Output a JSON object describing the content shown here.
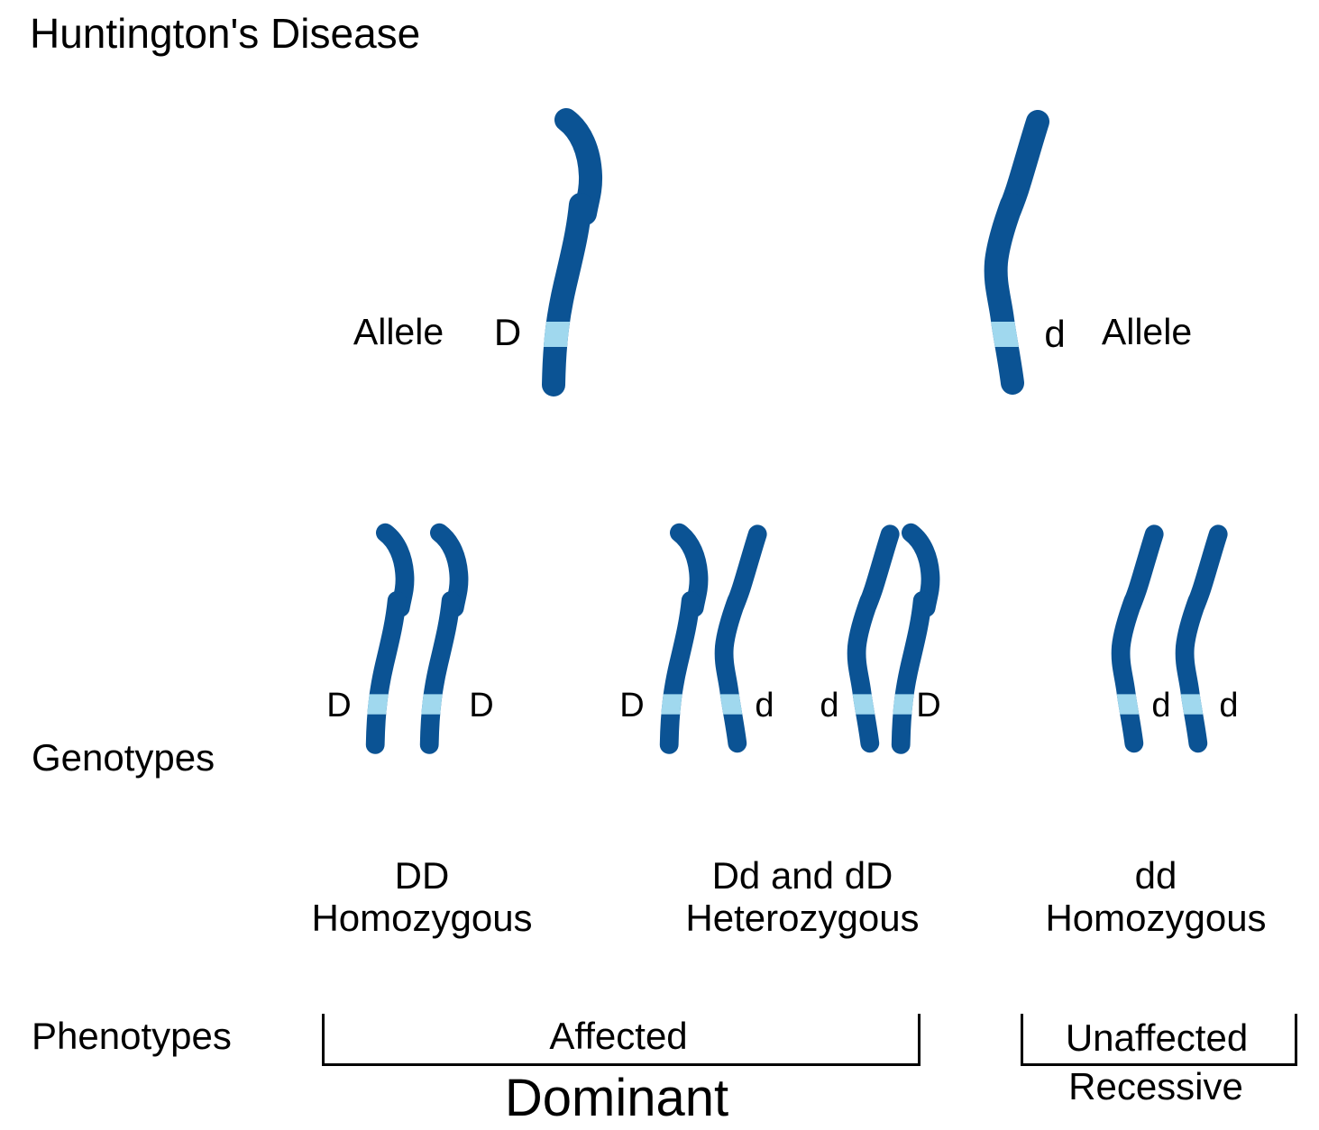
{
  "title": "Huntington's Disease",
  "colors": {
    "chromosome_dark": "#0b5394",
    "band_light": "#a0d8ee",
    "text": "#000000"
  },
  "allele_row": {
    "left_label": "Allele",
    "left_allele": "D",
    "right_allele": "d",
    "right_label": "Allele"
  },
  "genotypes": {
    "section_label": "Genotypes",
    "pairs": [
      {
        "left_allele": "D",
        "right_allele": "D"
      },
      {
        "left_allele": "D",
        "right_allele": "d"
      },
      {
        "left_allele": "d",
        "right_allele": "D"
      },
      {
        "left_allele": "d",
        "right_allele": "d"
      }
    ],
    "captions": [
      {
        "line1": "DD",
        "line2": "Homozygous"
      },
      {
        "line1": "Dd and dD",
        "line2": "Heterozygous"
      },
      {
        "line1": "dd",
        "line2": "Homozygous"
      }
    ]
  },
  "phenotypes": {
    "section_label": "Phenotypes",
    "groups": [
      {
        "phenotype": "Affected",
        "inheritance": "Dominant"
      },
      {
        "phenotype": "Unaffected",
        "inheritance": "Recessive"
      }
    ]
  }
}
